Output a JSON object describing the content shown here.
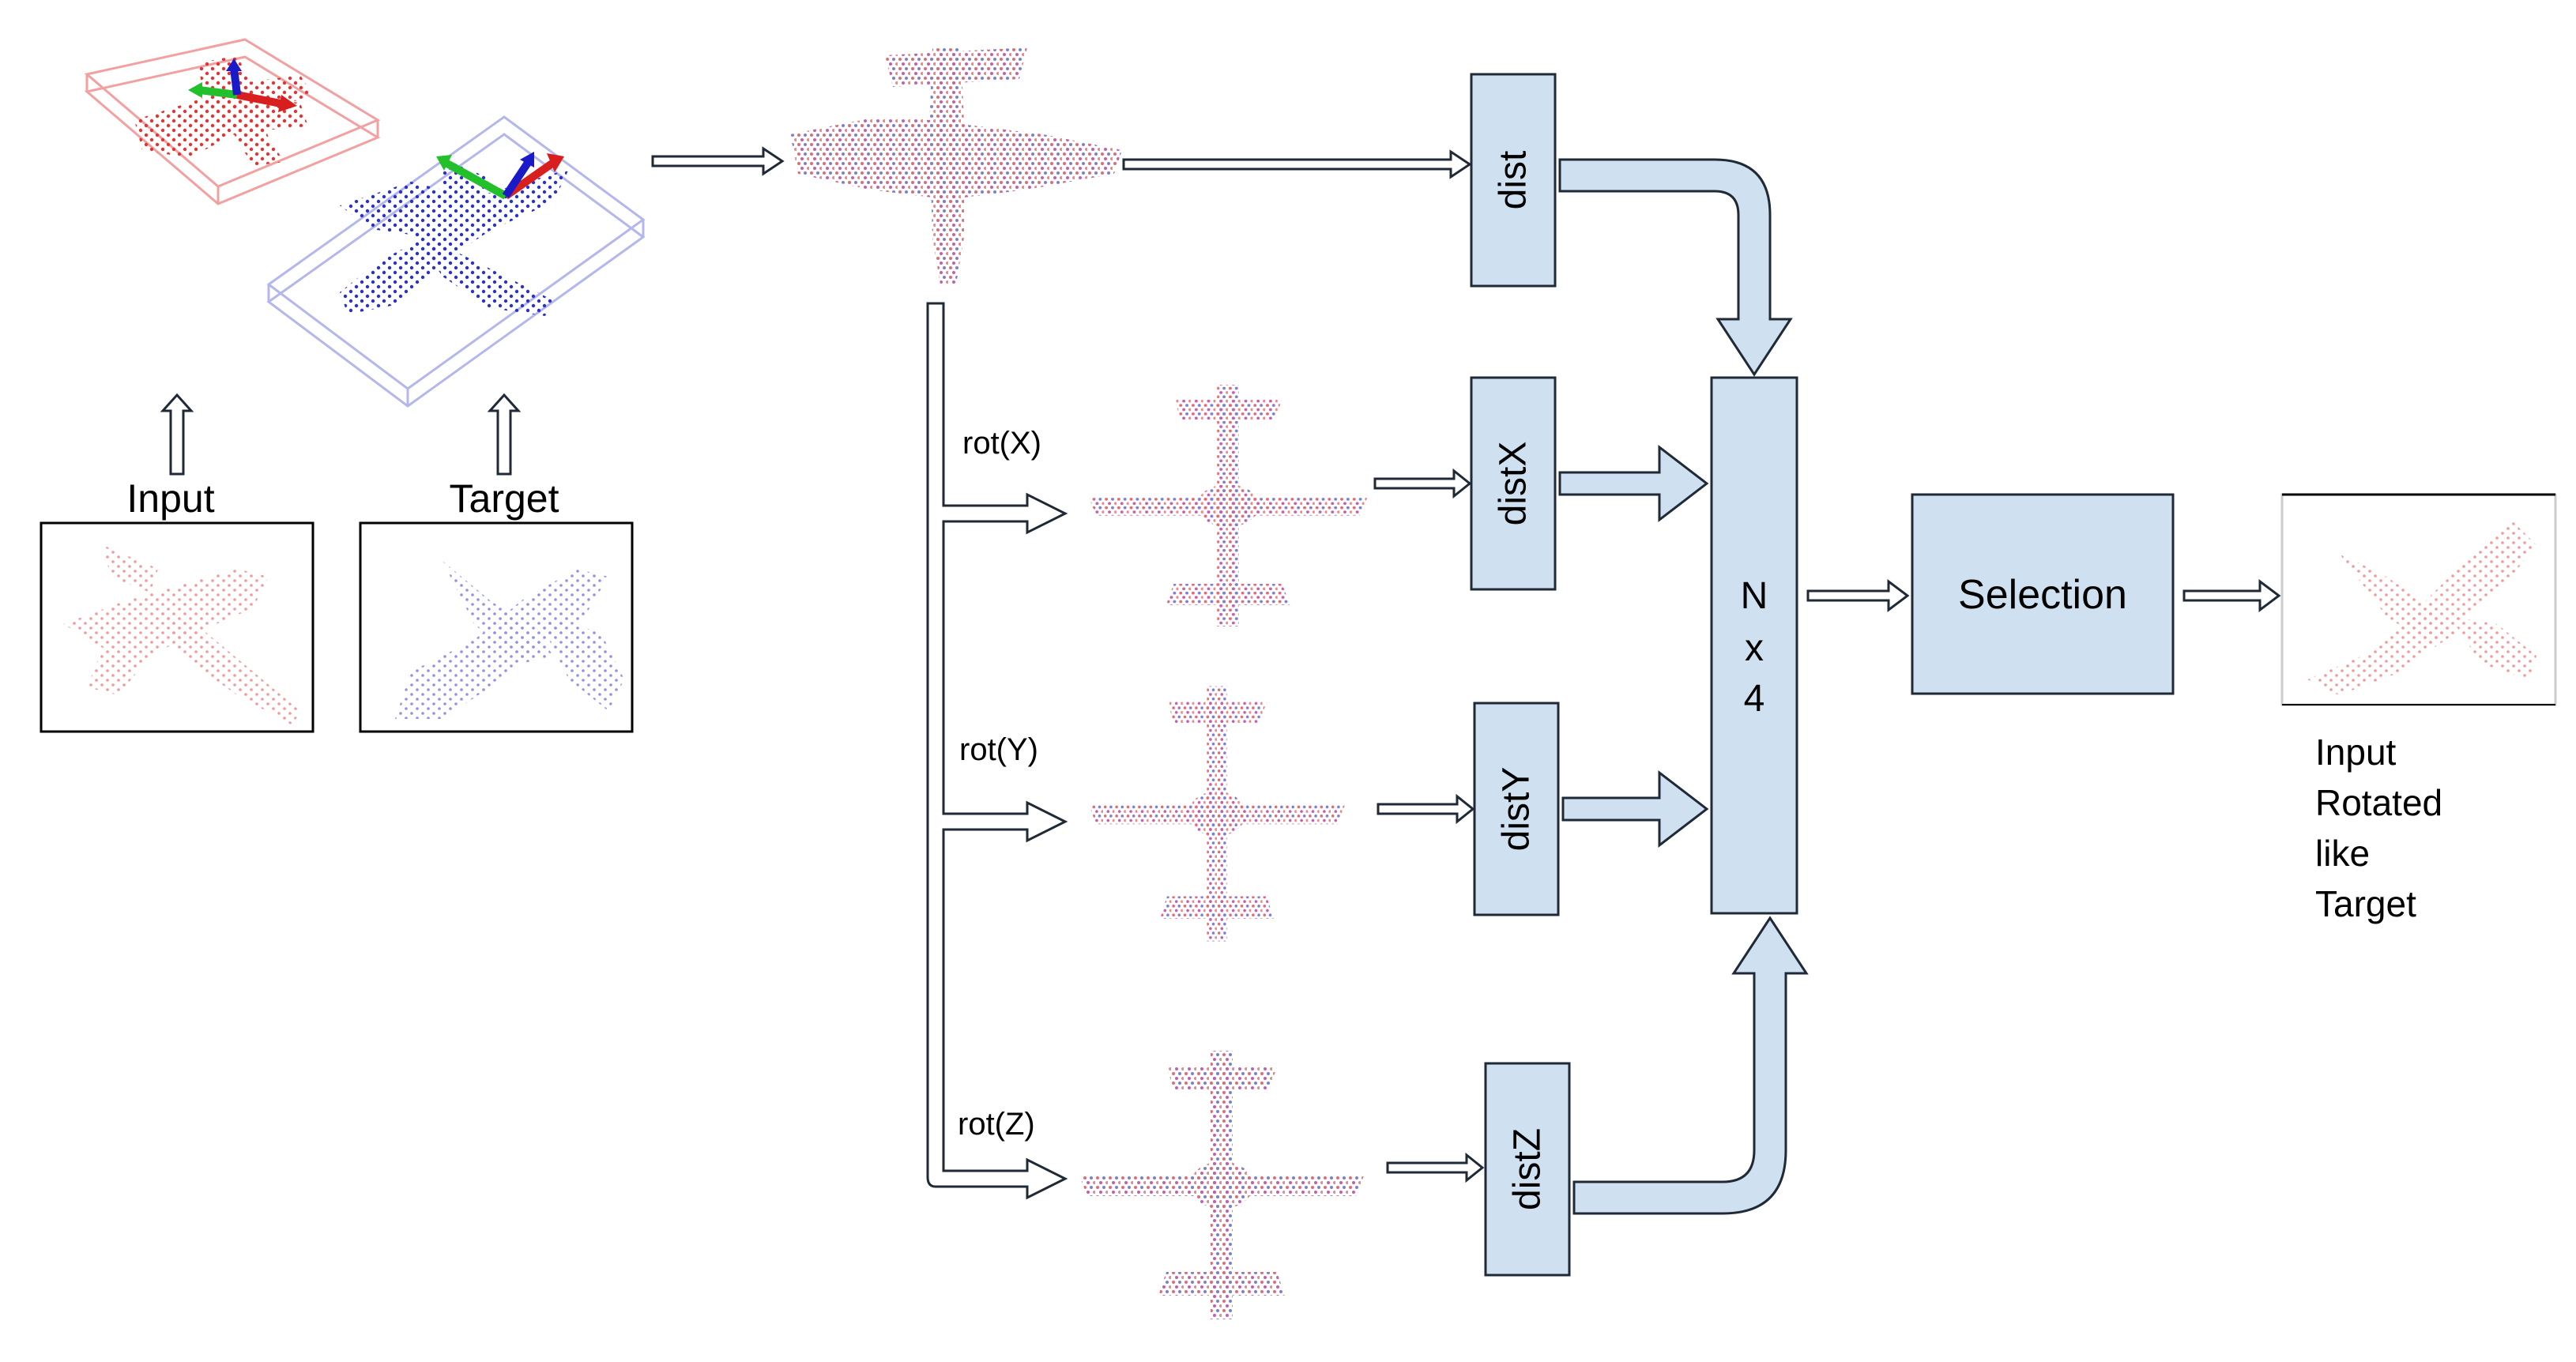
{
  "labels": {
    "input": "Input",
    "target": "Target",
    "rot_x": "rot(X)",
    "rot_y": "rot(Y)",
    "rot_z": "rot(Z)",
    "dist": "dist",
    "dist_x": "distX",
    "dist_y": "distY",
    "dist_z": "distZ",
    "n": "N",
    "x": "x",
    "four": "4",
    "selection": "Selection",
    "result_lines": [
      "Input",
      "Rotated",
      "like",
      "Target"
    ]
  },
  "colors": {
    "box_fill": "#cfe0f1",
    "box_stroke": "#1f2a36",
    "input_cloud": "#ef3b3b",
    "target_cloud": "#3a3fd0",
    "axis_x": "#d91e1e",
    "axis_y": "#22c02a",
    "axis_z": "#1a1ac8"
  }
}
